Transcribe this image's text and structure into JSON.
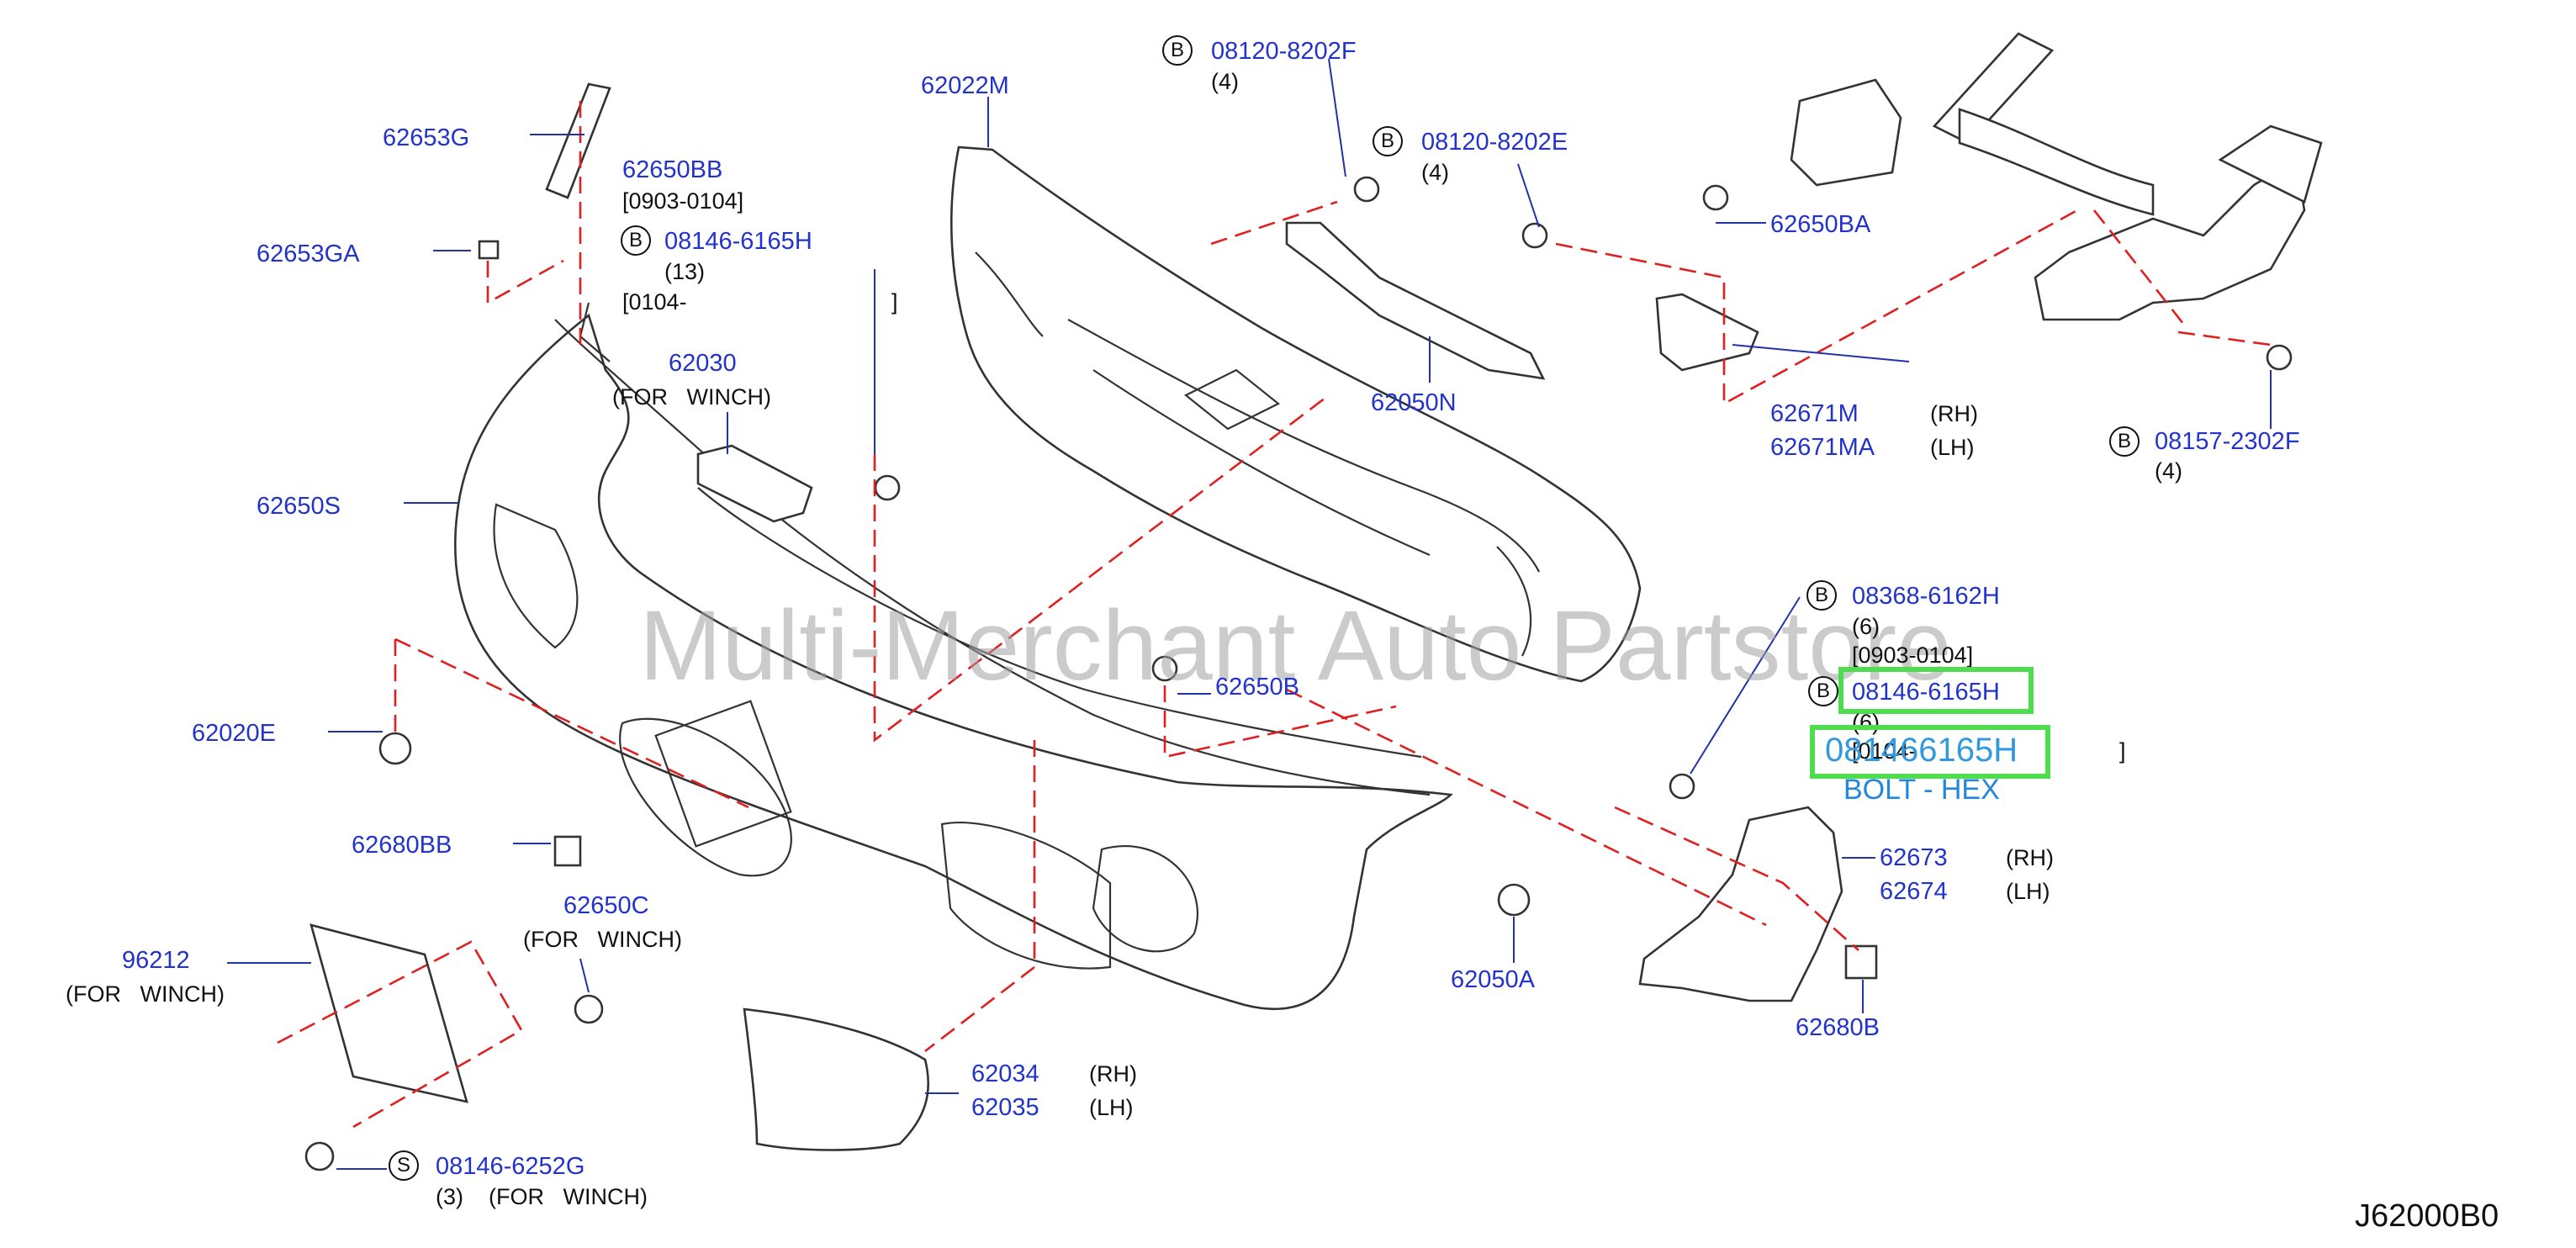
{
  "watermark": "Multi-Merchant Auto Partstore",
  "diagram_code": "J62000B0",
  "labels": {
    "p62653G": "62653G",
    "p62653GA": "62653GA",
    "p62650BB": "62650BB",
    "n0903_0104_a": "[0903-0104]",
    "p08146_6165H_a": "08146-6165H",
    "q13": "(13)",
    "n0104_a": "[0104-",
    "br_a": "]",
    "p62030": "62030",
    "forwinch_62030": "(FOR   WINCH)",
    "p62650S": "62650S",
    "p62022M": "62022M",
    "p08120_8202F": "08120-8202F",
    "q4_a": "(4)",
    "p08120_8202E": "08120-8202E",
    "q4_b": "(4)",
    "p62650BA": "62650BA",
    "p62050N": "62050N",
    "p62671M": "62671M",
    "rh_a": "(RH)",
    "p62671MA": "62671MA",
    "lh_a": "(LH)",
    "p08157_2302F": "08157-2302F",
    "q4_c": "(4)",
    "p08368_6162H": "08368-6162H",
    "q6_a": "(6)",
    "n0903_0104_b": "[0903-0104]",
    "p08146_6165H_b": "08146-6165H",
    "q6_b": "(6)",
    "n0104_b": "[0104-",
    "br_b": "]",
    "p62650B": "62650B",
    "p62020E": "62020E",
    "p62680BB": "62680BB",
    "p62650C": "62650C",
    "forwinch_62650C": "(FOR   WINCH)",
    "p96212": "96212",
    "forwinch_96212": "(FOR   WINCH)",
    "p62034": "62034",
    "rh_b": "(RH)",
    "p62035": "62035",
    "lh_b": "(LH)",
    "p08146_6252G": "08146-6252G",
    "q3_winch": "(3)    (FOR   WINCH)",
    "p62050A": "62050A",
    "p62673": "62673",
    "rh_c": "(RH)",
    "p62674": "62674",
    "lh_c": "(LH)",
    "p62680B": "62680B"
  },
  "badges": {
    "b1": "B",
    "b2": "B",
    "b3": "B",
    "b4": "B",
    "b5": "B",
    "b6": "B",
    "s1": "S"
  },
  "hover": {
    "part_number": "081466165H",
    "description": "BOLT - HEX"
  },
  "colors": {
    "part_link": "#2233cc",
    "dashed_guide": "#e02020",
    "highlight": "#4fdc4f",
    "hover_text": "#3399dd"
  }
}
